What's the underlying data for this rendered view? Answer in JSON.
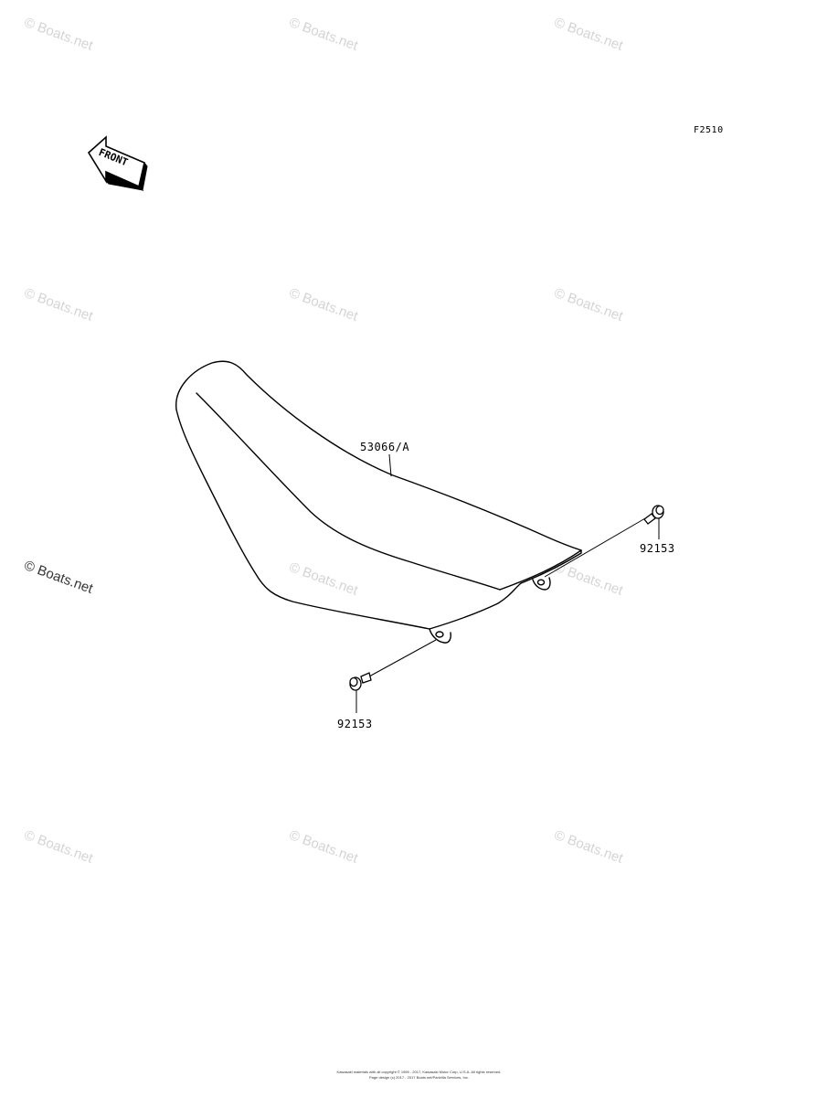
{
  "figure_code": "F2510",
  "front_label": "FRONT",
  "parts": {
    "seat": "53066/A",
    "bolt_right": "92153",
    "bolt_left": "92153"
  },
  "watermark": "© Boats.net",
  "footer": {
    "line1": "Kawasaki materials with all copyright © 1995 - 2017, Kawasaki Motor Corp, U.S.A. All rights reserved.",
    "line2": "Page design (c) 2017 - 2017 Boats.net/Partzilla Services, Inc."
  },
  "colors": {
    "line": "#000000",
    "watermark": "#d4d4d4"
  }
}
